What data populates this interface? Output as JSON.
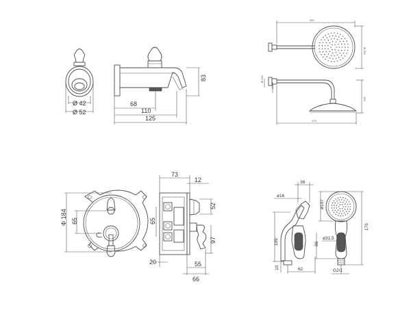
{
  "spout": {
    "front": {
      "dia_inner": "Ø 42",
      "dia_outer": "Ø 52"
    },
    "side": {
      "height": "83",
      "reach_68": "68",
      "reach_110": "110",
      "total_125": "125"
    }
  },
  "overhead_shower": {
    "top": {
      "head_dia": "Ø 250",
      "arm_len": "390",
      "side_mark": "Ø 250"
    },
    "side": {
      "drop": "125",
      "height": "183",
      "total": "475"
    }
  },
  "valve": {
    "front": {
      "dia": "Φ 184",
      "offset": "65"
    },
    "side": {
      "d73": "73",
      "d12": "12",
      "d52": "52",
      "d65": "65",
      "d97": "97",
      "d20": "20",
      "d55": "55",
      "d66": "66"
    }
  },
  "hand_shower": {
    "side": {
      "d36": "36",
      "dia16": "ø16",
      "d109": "109",
      "d10": "10",
      "d62": "62"
    },
    "front": {
      "dia107": "ø107",
      "dia31": "ø31.5",
      "d86": "86",
      "d176": "176",
      "thread": "G2/1"
    }
  }
}
